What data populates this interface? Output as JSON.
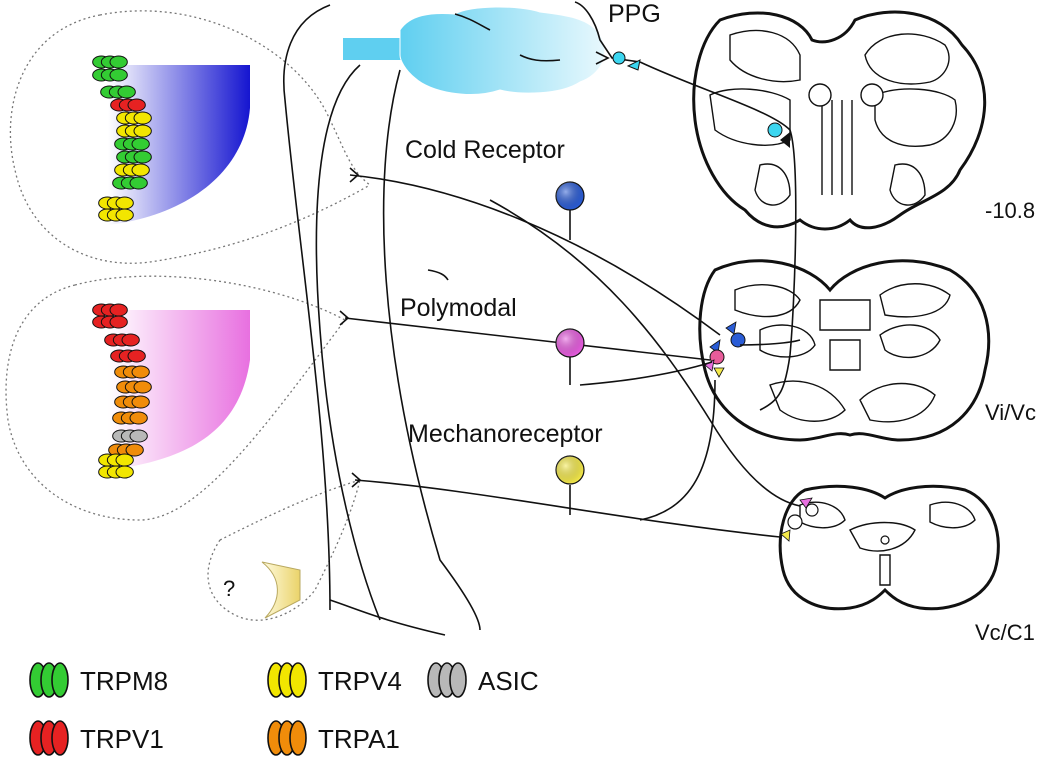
{
  "labels": {
    "ppg": "PPG",
    "cold": "Cold Receptor",
    "poly": "Polymodal",
    "mech": "Mechanoreceptor",
    "level1": "-10.8",
    "level2": "Vi/Vc",
    "level3": "Vc/C1",
    "unknown": "?"
  },
  "legend": [
    {
      "name": "TRPM8",
      "color": "#33cc33"
    },
    {
      "name": "TRPV4",
      "color": "#f2e600"
    },
    {
      "name": "ASIC",
      "color": "#b8b8b8"
    },
    {
      "name": "TRPV1",
      "color": "#e62222"
    },
    {
      "name": "TRPA1",
      "color": "#f08c0a"
    }
  ],
  "colors": {
    "ppg": "#7dd8f2",
    "cold": "#2a5cd6",
    "poly": "#e85ce0",
    "mech": "#f5ea4a",
    "ending_cold": "#2233cc",
    "ending_poly": "#e870e0"
  },
  "icons": {
    "cold_terminal": "channel-stack-terminal",
    "poly_terminal": "channel-stack-terminal",
    "mech_terminal": "unknown-terminal",
    "brainstem": "brainstem-section"
  }
}
